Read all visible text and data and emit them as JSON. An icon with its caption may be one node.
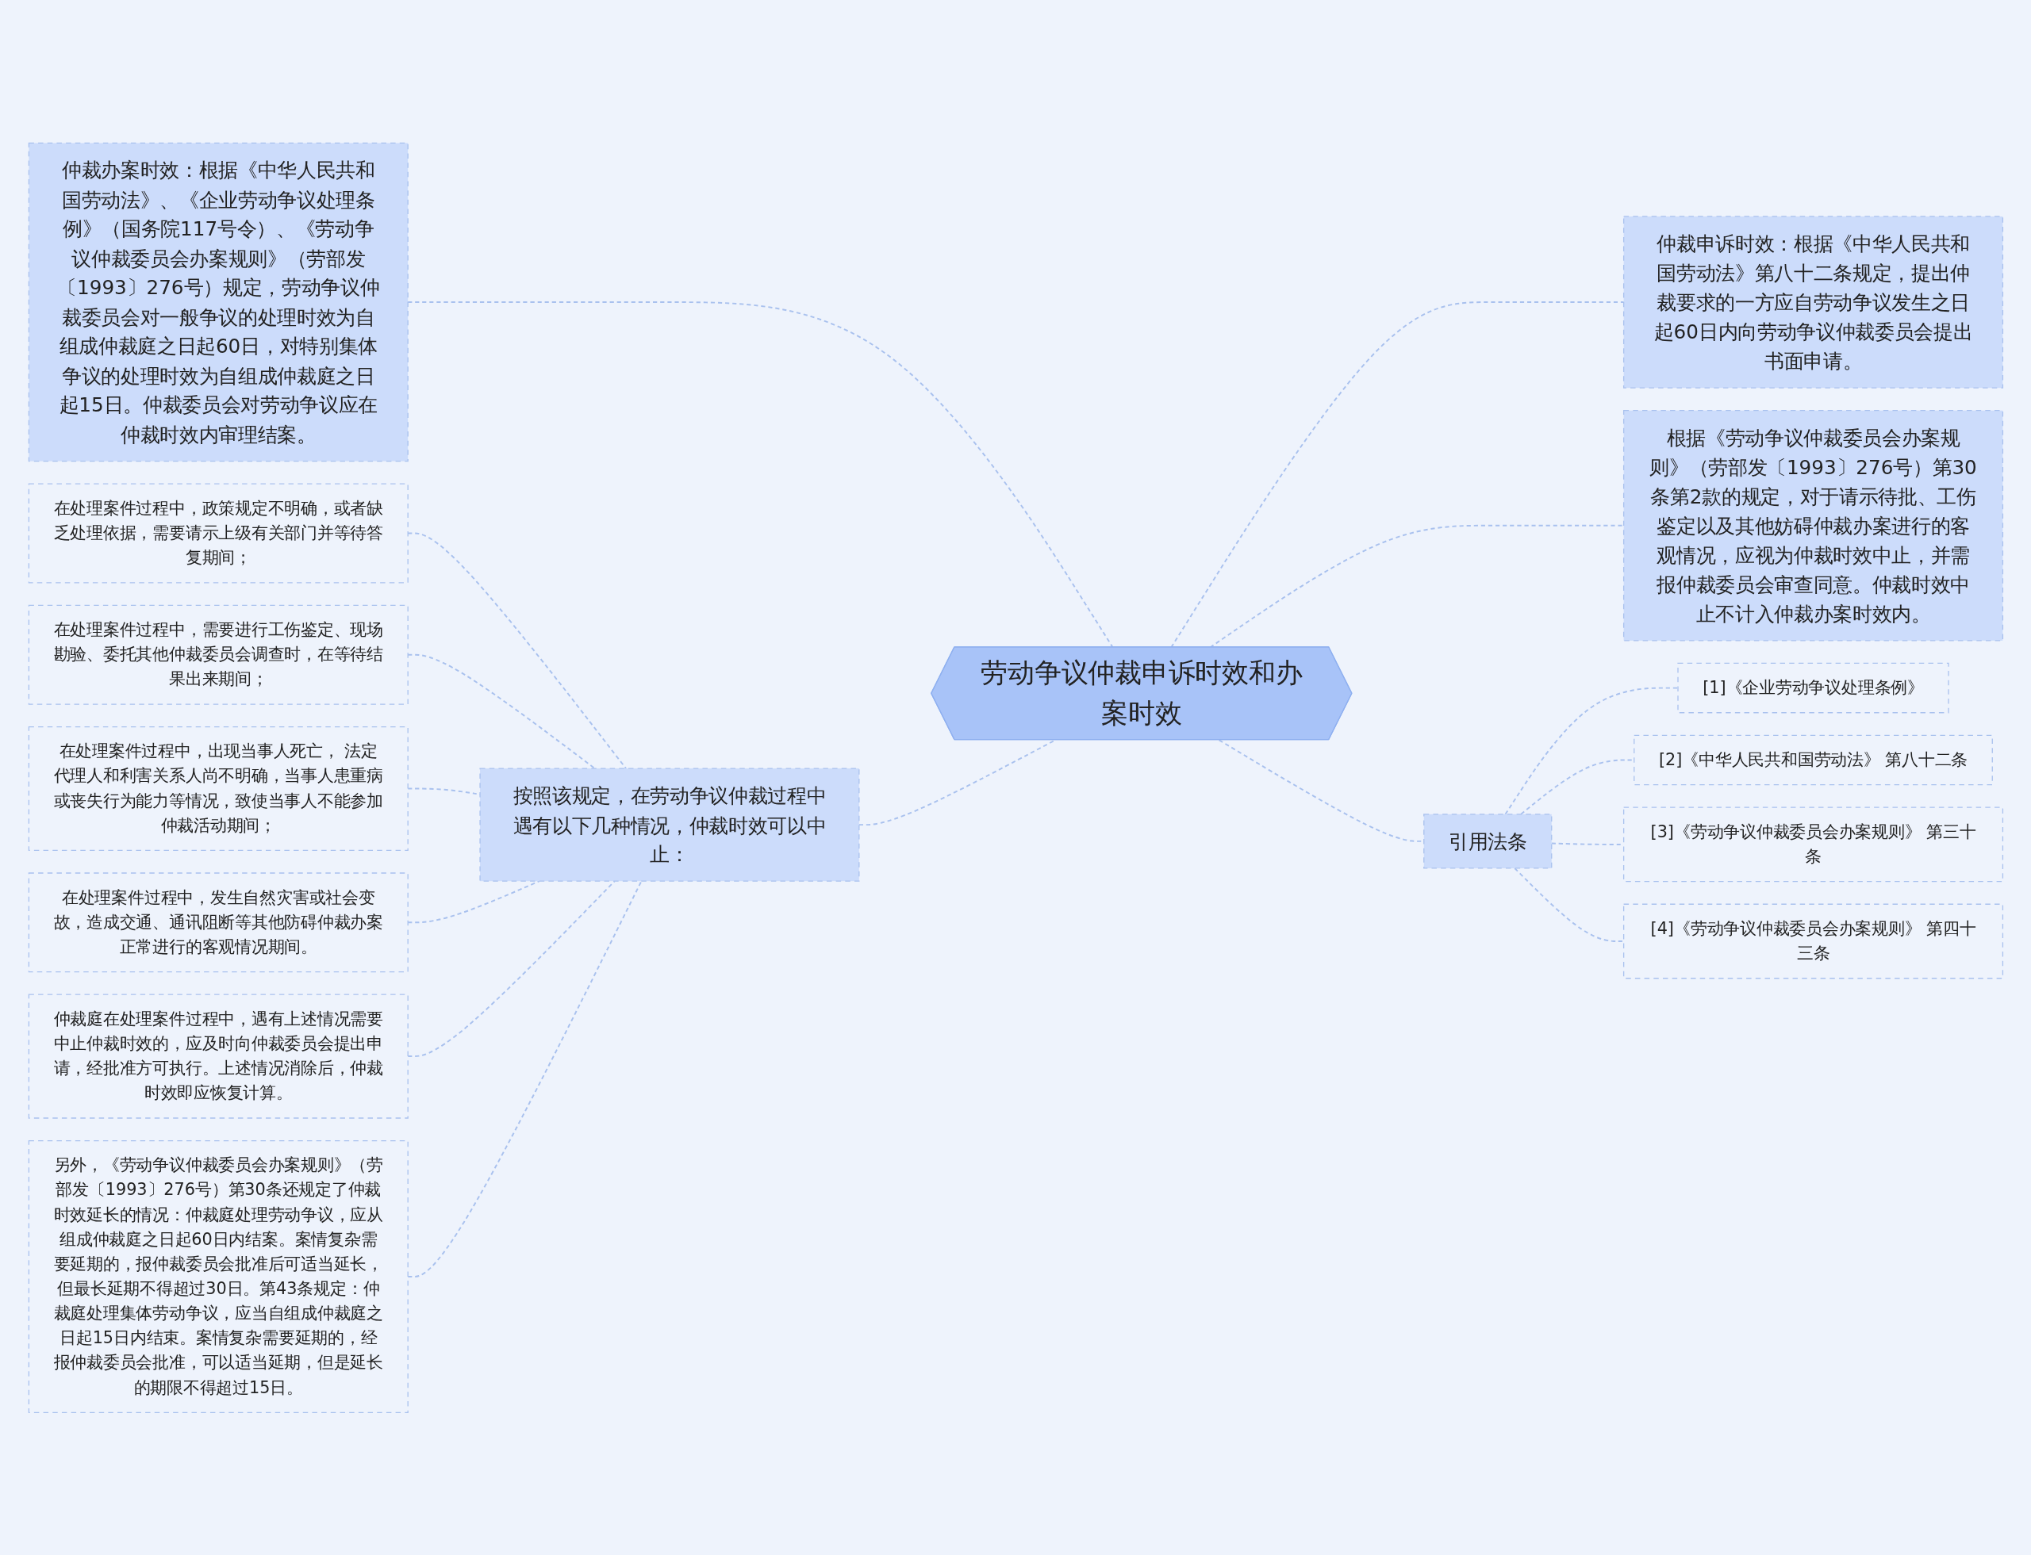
{
  "diagram": {
    "nodes": [
      {
        "text": [
          "劳动争议仲裁申诉时效和办案时效"
        ]
      },
      {
        "text": [
          "仲裁办案时效：根据《中华人民共和国劳动法》、《企业劳动争议处理条例》（国务院117号令）、《劳动争议仲裁委员会办案规则》（劳部发〔1993〕276号）规定，劳动争议仲裁委员会对一般争议的处理时效为自组成仲裁庭之日起60日，对特别集体争议的处理时效为自组成仲裁庭之日起15日。仲裁委员会对劳动争议应在仲裁时效内审理结案。"
        ]
      },
      {
        "text": [
          "按照该规定，在劳动争议仲裁过程中遇有以下几种情况，仲裁时效可以中止："
        ]
      },
      {
        "text": [
          "在处理案件过程中，政策规定不明确，或者缺乏处理依据，需要请示上级有关部门并等待答复期间；"
        ]
      },
      {
        "text": [
          "在处理案件过程中，需要进行工伤鉴定、现场勘验、委托其他仲裁委员会调查时，在等待结果出来期间；"
        ]
      },
      {
        "text": [
          "在处理案件过程中，出现当事人死亡， 法定代理人和利害关系人尚不明确，当事人患重病或丧失行为能力等情况，致使当事人不能参加仲裁活动期间；"
        ]
      },
      {
        "text": [
          "在处理案件过程中，发生自然灾害或社会变故，造成交通、通讯阻断等其他防碍仲裁办案正常进行的客观情况期间。"
        ]
      },
      {
        "text": [
          "仲裁庭在处理案件过程中，遇有上述情况需要中止仲裁时效的，应及时向仲裁委员会提出申请，经批准方可执行。上述情况消除后，仲裁时效即应恢复计算。"
        ]
      },
      {
        "text": [
          "另外，《劳动争议仲裁委员会办案规则》（劳部发〔1993〕276号）第30条还规定了仲裁时效延长的情况：仲裁庭处理劳动争议，应从组成仲裁庭之日起60日内结案。案情复杂需要延期的，报仲裁委员会批准后可适当延长，但最长延期不得超过30日。第43条规定：仲裁庭处理集体劳动争议，应当自组成仲裁庭之日起15日内结束。案情复杂需要延期的，经报仲裁委员会批准，可以适当延期，但是延长的期限不得超过15日。"
        ]
      },
      {
        "text": [
          "仲裁申诉时效：根据《中华人民共和国劳动法》第八十二条规定，提出仲裁要求的一方应自劳动争议发生之日起60日内向劳动争议仲裁委员会提出书面申请。"
        ]
      },
      {
        "text": [
          "根据《劳动争议仲裁委员会办案规则》（劳部发〔1993〕276号）第30条第2款的规定，对于请示待批、工伤鉴定以及其他妨碍仲裁办案进行的客观情况，应视为仲裁时效中止，并需报仲裁委员会审查同意。仲裁时效中止不计入仲裁办案时效内。"
        ]
      },
      {
        "text": [
          "引用法条"
        ]
      },
      {
        "text": [
          "[1]《企业劳动争议处理条例》"
        ]
      },
      {
        "text": [
          "[2]《中华人民共和国劳动法》 第八十二条"
        ]
      },
      {
        "text": [
          "[3]《劳动争议仲裁委员会办案规则》 第三十条"
        ]
      },
      {
        "text": [
          "[4]《劳动争议仲裁委员会办案规则》 第四十三条"
        ]
      }
    ],
    "edges": [
      {
        "from": 0,
        "to": 1,
        "arrow": "none"
      },
      {
        "from": 0,
        "to": 2,
        "arrow": "none"
      },
      {
        "from": 2,
        "to": 3,
        "arrow": "none"
      },
      {
        "from": 2,
        "to": 4,
        "arrow": "none"
      },
      {
        "from": 2,
        "to": 5,
        "arrow": "none"
      },
      {
        "from": 2,
        "to": 6,
        "arrow": "none"
      },
      {
        "from": 2,
        "to": 7,
        "arrow": "none"
      },
      {
        "from": 2,
        "to": 8,
        "arrow": "none"
      },
      {
        "from": 0,
        "to": 9,
        "arrow": "none"
      },
      {
        "from": 0,
        "to": 10,
        "arrow": "none"
      },
      {
        "from": 0,
        "to": 11,
        "arrow": "none"
      },
      {
        "from": 11,
        "to": 12,
        "arrow": "none"
      },
      {
        "from": 11,
        "to": 13,
        "arrow": "none"
      },
      {
        "from": 11,
        "to": 14,
        "arrow": "none"
      },
      {
        "from": 11,
        "to": 15,
        "arrow": "none"
      }
    ]
  }
}
